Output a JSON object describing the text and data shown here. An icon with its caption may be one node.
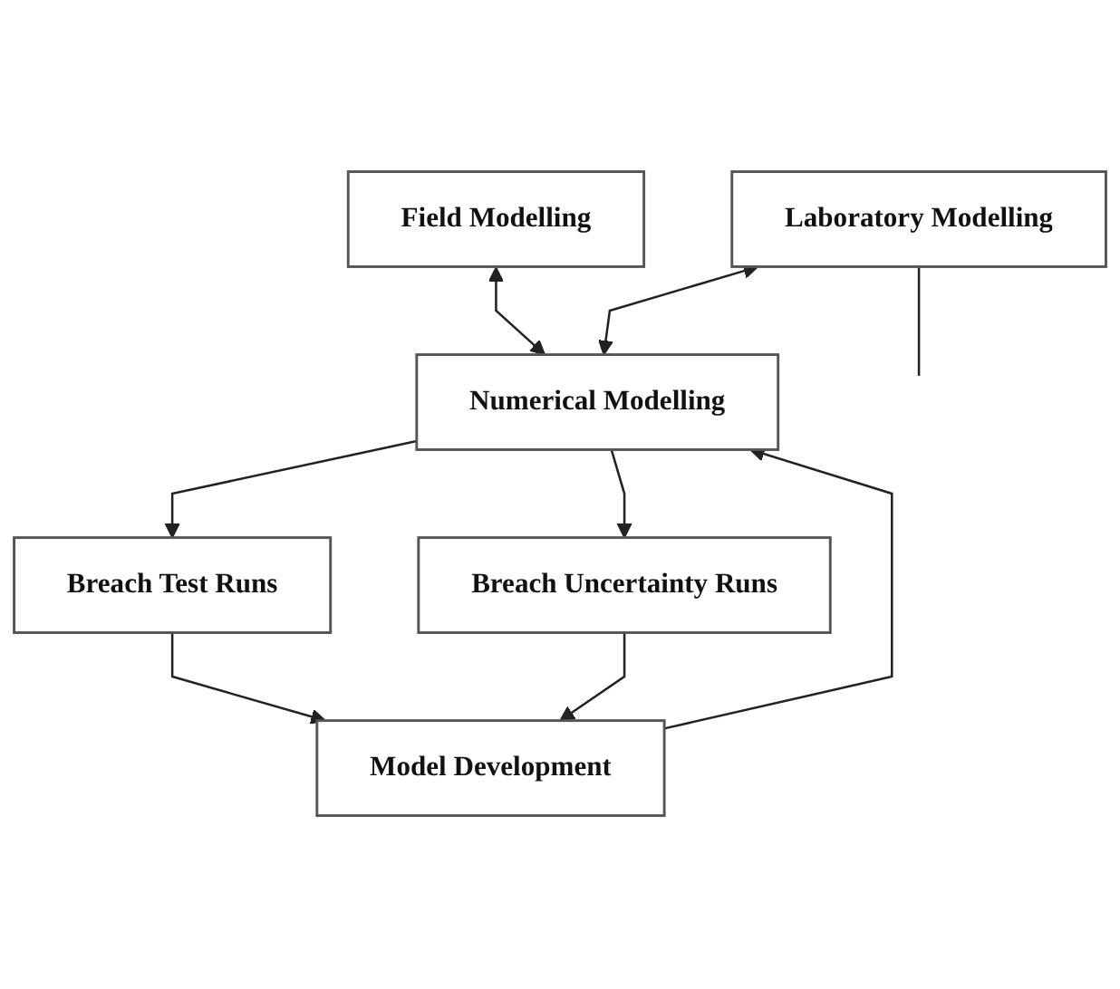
{
  "diagram": {
    "nodes": [
      {
        "text": [
          "Field Modelling"
        ]
      },
      {
        "text": [
          "Laboratory Modelling"
        ]
      },
      {
        "text": [
          "Numerical Modelling"
        ]
      },
      {
        "text": [
          "Breach Test Runs"
        ]
      },
      {
        "text": [
          "Breach Uncertainty Runs"
        ]
      },
      {
        "text": [
          "Model Development"
        ]
      }
    ],
    "edges": [
      {
        "from": 0,
        "to": 2,
        "arrow": "both"
      },
      {
        "from": 1,
        "to": 2,
        "arrow": "both"
      },
      {
        "from": 2,
        "to": 3,
        "arrow": "to"
      },
      {
        "from": 2,
        "to": 4,
        "arrow": "to"
      },
      {
        "from": 3,
        "to": 5,
        "arrow": "to"
      },
      {
        "from": 4,
        "to": 5,
        "arrow": "to"
      },
      {
        "from": 5,
        "to": 2,
        "arrow": "to"
      },
      {
        "from": 1,
        "to": null,
        "arrow": "none"
      }
    ]
  }
}
